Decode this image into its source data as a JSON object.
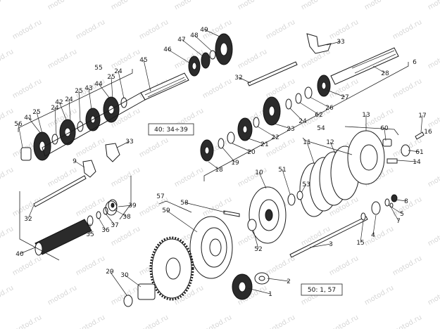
{
  "watermark": "motod.ru",
  "reference_boxes": [
    {
      "id": "ref-box-40",
      "text": "40: 34÷39"
    },
    {
      "id": "ref-box-50",
      "text": "50: 1, 57"
    }
  ],
  "callouts": [
    "1",
    "2",
    "3",
    "4",
    "5",
    "6",
    "7",
    "8",
    "9",
    "10",
    "11",
    "12",
    "13",
    "14",
    "15",
    "16",
    "17",
    "18",
    "19",
    "20",
    "21",
    "22",
    "23",
    "24",
    "24",
    "24",
    "24",
    "25",
    "25",
    "25",
    "26",
    "27",
    "28",
    "29",
    "30",
    "32",
    "32",
    "33",
    "33",
    "35",
    "36",
    "37",
    "38",
    "39",
    "40",
    "41",
    "42",
    "43",
    "44",
    "45",
    "46",
    "47",
    "48",
    "49",
    "51",
    "52",
    "53",
    "54",
    "55",
    "56",
    "57",
    "58",
    "59",
    "60",
    "61",
    "62"
  ]
}
